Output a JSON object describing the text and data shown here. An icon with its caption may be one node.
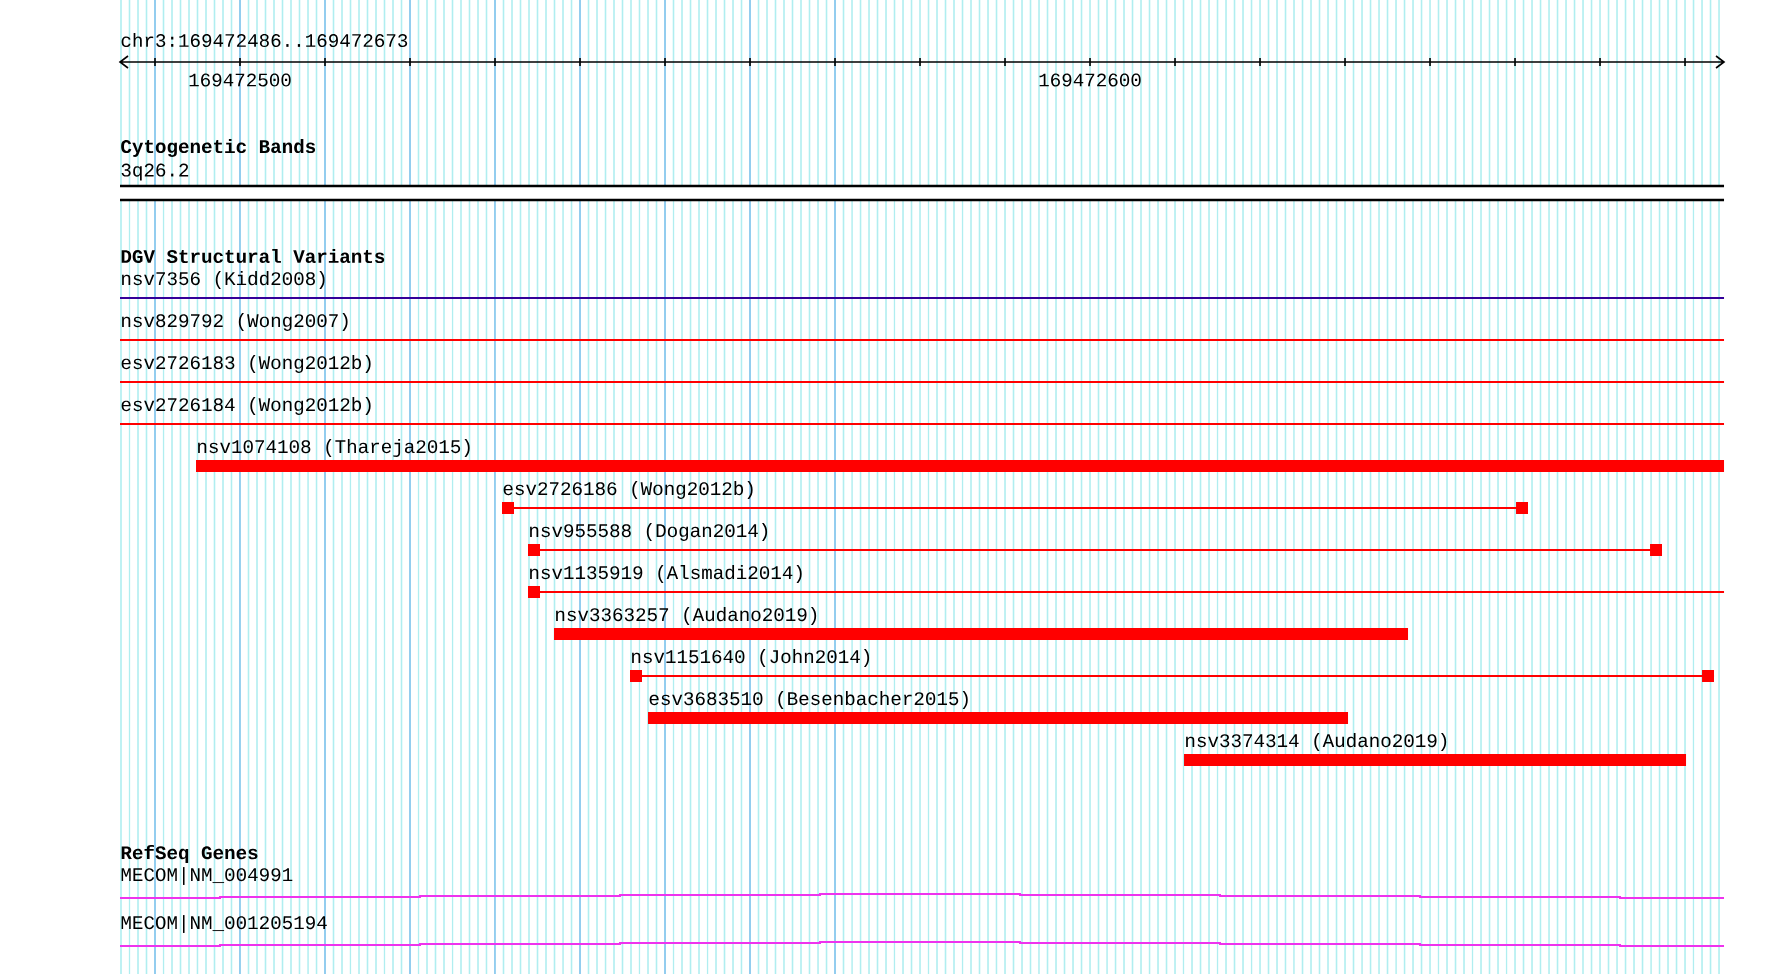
{
  "diagram": {
    "nodes": [
      {
        "text": [
          "3q26.2"
        ]
      },
      {
        "text": [
          "nsv7356 (Kidd2008)"
        ]
      },
      {
        "text": [
          "nsv829792 (Wong2007)"
        ]
      },
      {
        "text": [
          "esv2726183 (Wong2012b)"
        ]
      },
      {
        "text": [
          "esv2726184 (Wong2012b)"
        ]
      },
      {
        "text": [
          "nsv1074108 (Thareja2015)"
        ]
      },
      {
        "text": [
          "esv2726186 (Wong2012b)"
        ]
      },
      {
        "text": [
          "nsv955588 (Dogan2014)"
        ]
      },
      {
        "text": [
          "nsv1135919 (Alsmadi2014)"
        ]
      },
      {
        "text": [
          "nsv3363257 (Audano2019)"
        ]
      },
      {
        "text": [
          "nsv1151640 (John2014)"
        ]
      },
      {
        "text": [
          "esv3683510 (Besenbacher2015)"
        ]
      },
      {
        "text": [
          "nsv3374314 (Audano2019)"
        ]
      },
      {
        "text": [
          "MECOM|NM_004991"
        ]
      },
      {
        "text": [
          "MECOM|NM_001205194"
        ]
      }
    ],
    "labels": [
      "chr3:169472486..169472673",
      "169472500",
      "169472600",
      "Cytogenetic Bands",
      "DGV Structural Variants",
      "RefSeq Genes"
    ]
  }
}
